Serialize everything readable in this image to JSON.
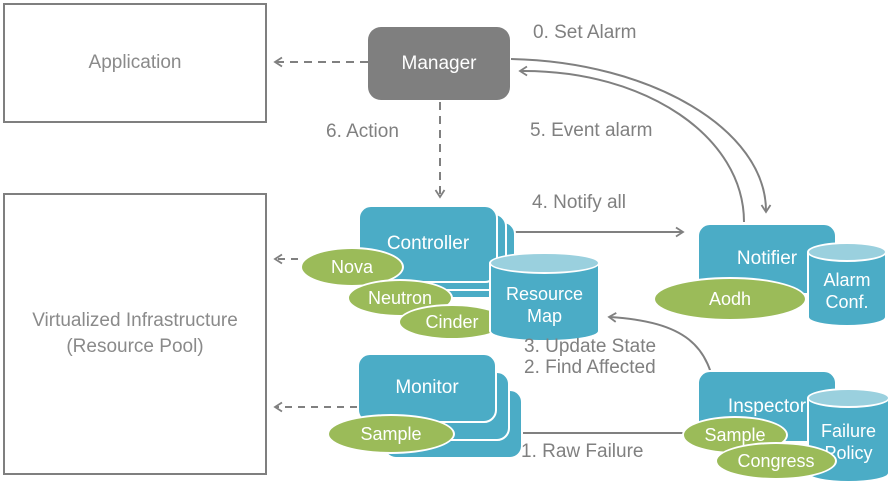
{
  "colors": {
    "blue": "#4bacc6",
    "blue_light": "#9ad0de",
    "green": "#9bbb59",
    "gray": "#7f7f7f",
    "label_gray": "#808080"
  },
  "boxes": {
    "application": "Application",
    "virtualized_infrastructure": {
      "line1": "Virtualized Infrastructure",
      "line2": "(Resource Pool)"
    },
    "manager": "Manager",
    "controller": "Controller",
    "monitor": "Monitor",
    "notifier": "Notifier",
    "inspector": "Inspector"
  },
  "cylinders": {
    "resource_map": {
      "line1": "Resource",
      "line2": "Map"
    },
    "alarm_conf": {
      "line1": "Alarm",
      "line2": "Conf."
    },
    "failure_policy": {
      "line1": "Failure",
      "line2": "Policy"
    }
  },
  "ellipses": {
    "nova": "Nova",
    "neutron": "Neutron",
    "cinder": "Cinder",
    "monitor_sample": "Sample",
    "aodh": "Aodh",
    "inspector_sample": "Sample",
    "congress": "Congress"
  },
  "labels": {
    "set_alarm": "0. Set Alarm",
    "event_alarm": "5. Event alarm",
    "action": "6. Action",
    "notify_all": "4. Notify all",
    "update_state": "3. Update State",
    "find_affected": "2. Find Affected",
    "raw_failure": "1. Raw Failure"
  }
}
